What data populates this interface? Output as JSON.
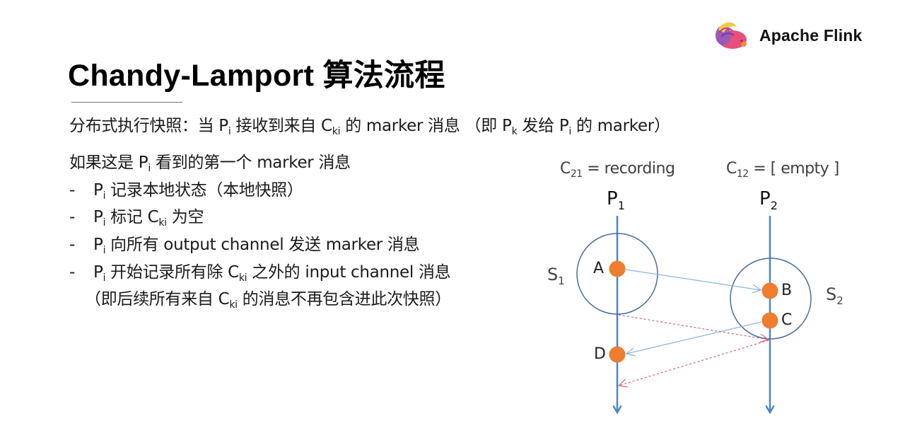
{
  "header": {
    "brand": "Apache Flink",
    "logo_icon": "flink-squirrel-logo"
  },
  "slide": {
    "title": "Chandy-Lamport 算法流程",
    "intro": {
      "t1": "分布式执行快照：当 P",
      "s1": "i",
      "t2": " 接收到来自 C",
      "s2": "ki",
      "t3": " 的 marker 消息 （即 P",
      "s3": "k",
      "t4": " 发给 P",
      "s4": "i",
      "t5": " 的 marker）"
    },
    "condition": {
      "t1": "如果这是 P",
      "s1": "i",
      "t2": " 看到的第一个 marker 消息"
    },
    "steps": [
      {
        "dash": "-",
        "p": "P",
        "sub": "i",
        "text": " 记录本地状态（本地快照）"
      },
      {
        "dash": "-",
        "p": "P",
        "sub": "i",
        "text": " 标记  C",
        "sub2": "ki",
        "text2": " 为空"
      },
      {
        "dash": "-",
        "p": "P",
        "sub": "i",
        "text": " 向所有 output channel 发送 marker 消息"
      },
      {
        "dash": "-",
        "p": "P",
        "sub": "i",
        "text": " 开始记录所有除 C",
        "sub2": "ki",
        "text2": " 之外的 input channel 消息"
      }
    ],
    "note": {
      "t1": "（即后续所有来自 C",
      "s1": "ki",
      "t2": " 的消息不再包含进此次快照）"
    }
  },
  "diagram": {
    "channel_left": {
      "c": "C",
      "sub": "21",
      "text": " = recording"
    },
    "channel_right": {
      "c": "C",
      "sub": "12",
      "text": " = [ empty ]"
    },
    "processes": [
      {
        "name": "P",
        "sub": "1"
      },
      {
        "name": "P",
        "sub": "2"
      }
    ],
    "snapshots": [
      {
        "name": "S",
        "sub": "1"
      },
      {
        "name": "S",
        "sub": "2"
      }
    ],
    "events": [
      "A",
      "B",
      "C",
      "D"
    ],
    "colors": {
      "timeline": "#4a86c8",
      "event": "#ee7d2f",
      "snapshot_circle": "#4a6d96",
      "message": "#8db4dc",
      "marker": "#d9607a"
    }
  }
}
